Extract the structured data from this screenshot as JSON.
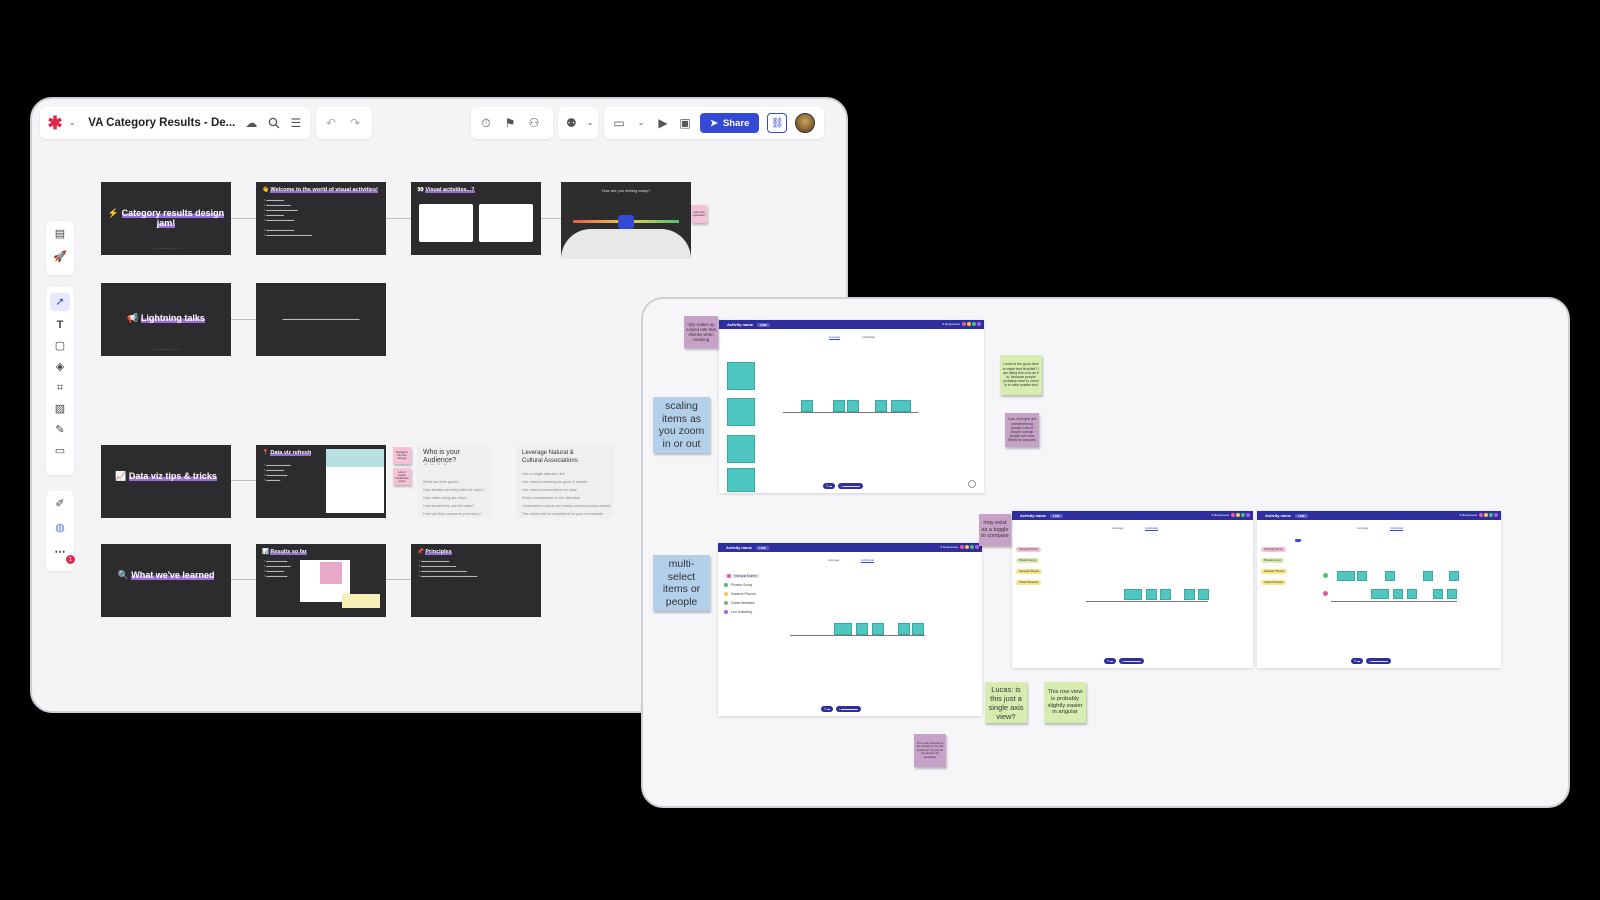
{
  "toolbar": {
    "title": "VA Category Results - De...",
    "share_label": "Share",
    "notification_count": "1"
  },
  "slides": {
    "s1": {
      "title": "Category results design jam!"
    },
    "s2": {
      "title": "Welcome to the world of visual activities!"
    },
    "s3": {
      "title": "Visual activities...?"
    },
    "s4": {
      "title": "How are you feeling today?"
    },
    "s5": {
      "title": "Lightning talks"
    },
    "s7": {
      "title": "Data viz tips & tricks"
    },
    "s8": {
      "title": "Data viz refresh"
    },
    "s9": {
      "title": "Who is your Audience?",
      "lines": [
        "What are their goals?",
        "How familiar are they with the topic?",
        "How often using are they?",
        "How would they use the data?",
        "How will they consume your story?"
      ]
    },
    "s10": {
      "title": "Leverage Natural & Cultural Associations",
      "lines": [
        "Use a single attention tell",
        "Use natural ordering for good & lowest",
        "Use natural conventions for data",
        "Show comparisons in the direction",
        "Understand colours are easily colored across visuals",
        "The colors will be consistent for your commands"
      ]
    },
    "s11": {
      "title": "What we've learned"
    },
    "s12": {
      "title": "Results so far"
    },
    "s13": {
      "title": "Principles"
    }
  },
  "stickies": {
    "w1_a": "Label with explanation",
    "w1_b": "Feelings in the chart average",
    "w1_c": "Lots of people visualisation points",
    "n1": "only scales up a fixed rate that shrinks when zooming",
    "n2": "scaling items as you zoom in or out",
    "n3": "Looks is the good here to make text fit within? I am liking this a lot as it is, because people probably want to zoom in to view smaller text",
    "n4": "Lots of people get overwhelming groups Lots of people overlap people see how they'll be grouped",
    "n5": "may exist as a toggle to compare",
    "n6": "multi-select items or people",
    "n7": "Lucas: is this just a single axis view?",
    "n8": "This row view is probably slightly easier in angular",
    "n9": "This was hovered to be clicked on by the customer it's just an interaction for feedback"
  },
  "mockups": {
    "activity_name": "Activity name",
    "live_pill": "LIVE",
    "responses": "5 Responses",
    "tab_average": "Average",
    "tab_individual": "Individual",
    "people": [
      "Vishapla Murrell",
      "Phoebe Gunny",
      "Savanah Phoenix",
      "Ciaran Westwick",
      "Levi Holdsberg"
    ]
  }
}
